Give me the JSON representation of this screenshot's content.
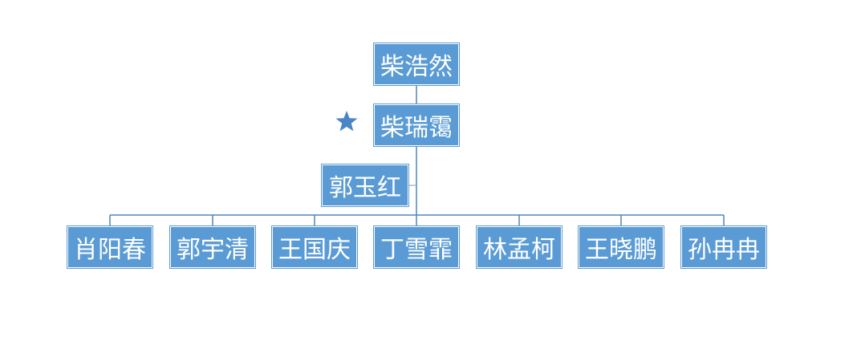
{
  "colors": {
    "node_fill": "#5b9bd5",
    "node_text": "#ffffff",
    "connector": "#4f86b8",
    "star": "#4a86c5"
  },
  "icons": {
    "marker": "star-icon"
  },
  "chart": {
    "root": {
      "label": "柴浩然"
    },
    "second": {
      "label": "柴瑞霭"
    },
    "assistant": {
      "label": "郭玉红"
    },
    "children": [
      {
        "label": "肖阳春"
      },
      {
        "label": "郭宇清"
      },
      {
        "label": "王国庆"
      },
      {
        "label": "丁雪霏"
      },
      {
        "label": "林孟柯"
      },
      {
        "label": "王晓鹏"
      },
      {
        "label": "孙冉冉"
      }
    ]
  }
}
